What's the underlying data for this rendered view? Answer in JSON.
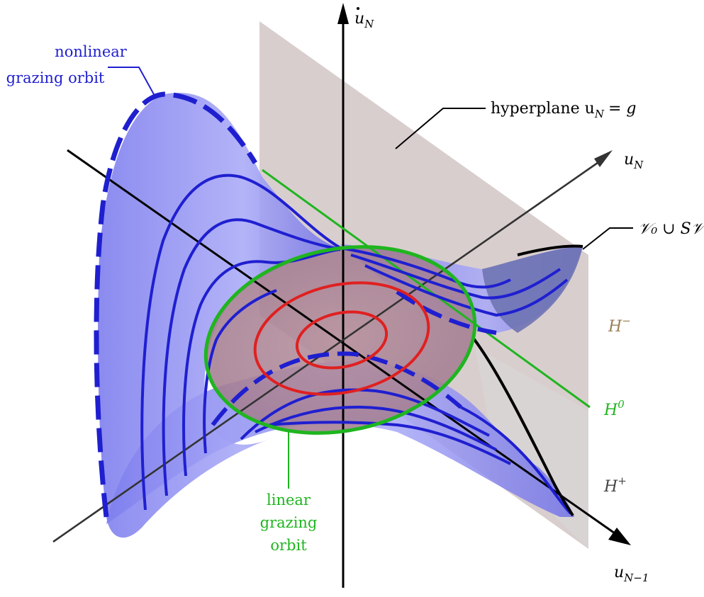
{
  "labels": {
    "nonlinear_line1": "nonlinear",
    "nonlinear_line2": "grazing orbit",
    "hyperplane": "hyperplane u",
    "hyperplane_sub": "N",
    "hyperplane_eq": "= g",
    "u_dot": "u",
    "u_dot_sub": "N",
    "u_n": "u",
    "u_n_sub": "N",
    "u_n1": "u",
    "u_n1_sub": "N−1",
    "v0_set": "𝒱₀ ∪ S𝒱₀",
    "h_minus": "H",
    "h_minus_sup": "−",
    "h_zero": "H",
    "h_zero_sup": "0",
    "h_plus": "H",
    "h_plus_sup": "+",
    "linear_line1": "linear",
    "linear_line2": "grazing",
    "linear_line3": "orbit"
  },
  "colors": {
    "blue": "#1f1fd0",
    "surface": "#8c8cf2",
    "green": "#1fb51f",
    "red": "#e02020",
    "plane": "#b9a5a5",
    "h_minus": "#9a7f56",
    "h_plus": "#444444"
  }
}
